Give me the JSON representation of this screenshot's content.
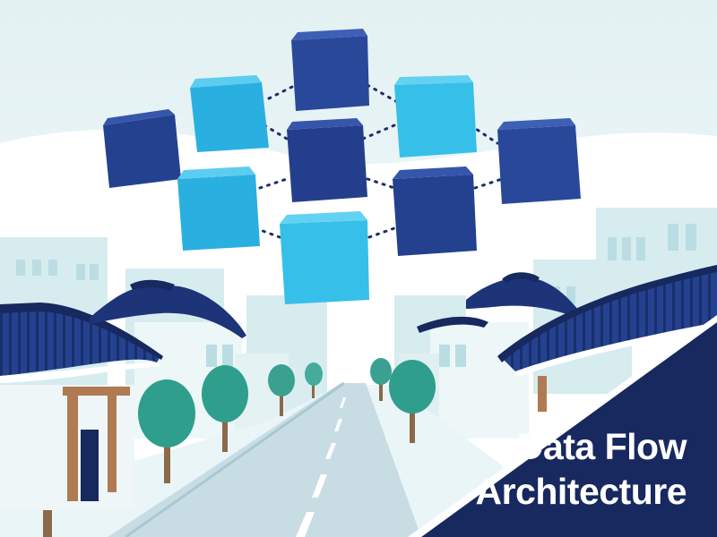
{
  "title": {
    "line1": "Data Flow",
    "line2": "Architecture"
  },
  "colors": {
    "sky": "#e6f3f5",
    "navy": "#17295e",
    "dark_blue_cube": "#2c4ba0",
    "light_blue_cube": "#35b7e6",
    "roof_blue": "#243f8f",
    "tree_green": "#2f9e8d",
    "building_pale": "#dbeef0"
  },
  "icons": [
    "cube-network",
    "hanok-roof",
    "tree",
    "road"
  ]
}
